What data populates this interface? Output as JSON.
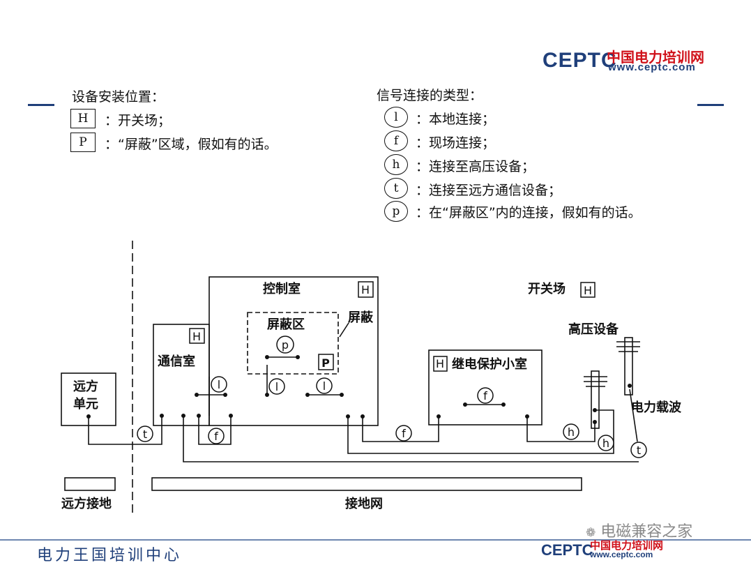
{
  "header": {
    "logo_main": "CEPTC",
    "logo_cn": "中国电力培训网",
    "logo_url": "www.ceptc.com"
  },
  "legend": {
    "install_title": "设备安装位置：",
    "install_items": [
      {
        "code": "H",
        "text": "：开关场；"
      },
      {
        "code": "P",
        "text": "：“屏蔽”区域，假如有的话。"
      }
    ],
    "signal_title": "信号连接的类型：",
    "signal_items": [
      {
        "code": "l",
        "text": "：本地连接；"
      },
      {
        "code": "f",
        "text": "：现场连接；"
      },
      {
        "code": "h",
        "text": "：连接至高压设备；"
      },
      {
        "code": "t",
        "text": "：连接至远方通信设备；"
      },
      {
        "code": "p",
        "text": "：在“屏蔽区”内的连接，假如有的话。"
      }
    ]
  },
  "diagram": {
    "control_room": "控制室",
    "switchyard": "开关场",
    "shield_zone": "屏蔽区",
    "shield": "屏蔽",
    "comm_room": "通信室",
    "remote_unit": [
      "远方",
      "单元"
    ],
    "relay_room": "继电保护小室",
    "hv_equipment": "高压设备",
    "plc": "电力载波",
    "remote_ground": "远方接地",
    "ground_grid": "接地网",
    "codes": {
      "H": "H",
      "P": "P",
      "l": "l",
      "f": "f",
      "h": "h",
      "t": "t",
      "p": "p"
    }
  },
  "watermark": "电磁兼容之家",
  "footer": {
    "center_name": "电力王国培训中心",
    "logo_main": "CEPTC",
    "logo_cn": "中国电力培训网",
    "logo_url": "www.ceptc.com"
  },
  "colors": {
    "brand_blue": "#1f3f7a",
    "logo_red": "#d0111a"
  }
}
